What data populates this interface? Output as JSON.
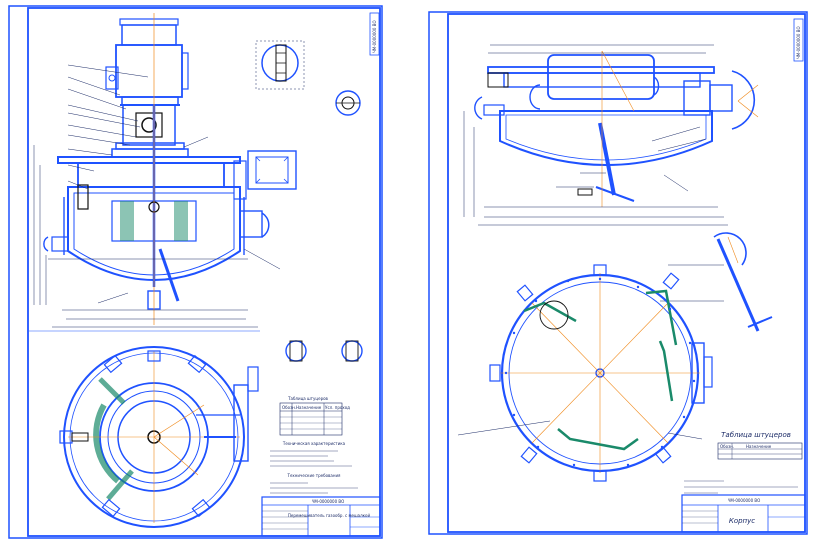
{
  "sheets": [
    {
      "id": "left",
      "stamp_code": "ЧМ-0000000 ВО",
      "title_block_code": "ЧМ-0000000 ВО",
      "title_block_name": "Перемешиватель\nгазообр.\nс мешалкой",
      "tech_char_title": "Техническая характеристика",
      "tech_req_title": "Технические требования",
      "table_title": "Таблица штуцеров",
      "table_headers": [
        "Обозн.",
        "Назначение",
        "Усл. проход"
      ]
    },
    {
      "id": "right",
      "stamp_code": "ЧМ-0000000 ВО",
      "title_block_code": "ЧМ-0000000 ВО",
      "title_block_name": "Корпус",
      "table_title": "Таблица штуцеров",
      "table_headers": [
        "Обозн.",
        "Назначение"
      ]
    }
  ],
  "colors": {
    "blue": "#1f52ff",
    "dark": "#1a2a66",
    "orange": "#f08a1c",
    "green": "#1a8a6a",
    "black": "#111111"
  }
}
